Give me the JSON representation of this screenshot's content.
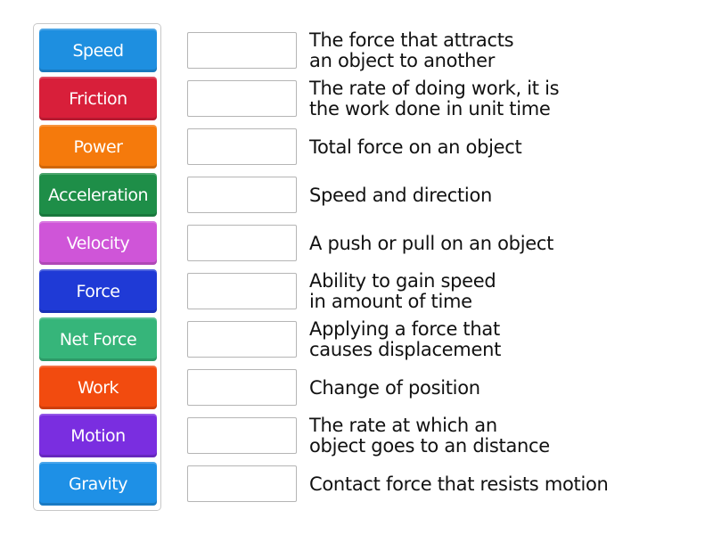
{
  "terms": [
    {
      "label": "Speed",
      "color": "#1e8fe0"
    },
    {
      "label": "Friction",
      "color": "#d81f3a"
    },
    {
      "label": "Power",
      "color": "#f57a0c"
    },
    {
      "label": "Acceleration",
      "color": "#1e8e48"
    },
    {
      "label": "Velocity",
      "color": "#cf55d8"
    },
    {
      "label": "Force",
      "color": "#1f3ad6"
    },
    {
      "label": "Net Force",
      "color": "#36b57a"
    },
    {
      "label": "Work",
      "color": "#f24b0f"
    },
    {
      "label": "Motion",
      "color": "#7a2ee0"
    },
    {
      "label": "Gravity",
      "color": "#1e90e6"
    }
  ],
  "definitions": [
    {
      "line1": "The force that attracts",
      "line2": "an object to another"
    },
    {
      "line1": "The rate of doing work, it is",
      "line2": "the work done in unit time"
    },
    {
      "line1": "Total force on an object",
      "line2": ""
    },
    {
      "line1": "Speed and direction",
      "line2": ""
    },
    {
      "line1": "A push or pull on an object",
      "line2": ""
    },
    {
      "line1": "Ability to gain speed",
      "line2": "in amount of time"
    },
    {
      "line1": "Applying a force that",
      "line2": "causes displacement"
    },
    {
      "line1": "Change of position",
      "line2": ""
    },
    {
      "line1": "The rate at which an",
      "line2": "object goes to an distance"
    },
    {
      "line1": "Contact force that resists motion",
      "line2": ""
    }
  ]
}
